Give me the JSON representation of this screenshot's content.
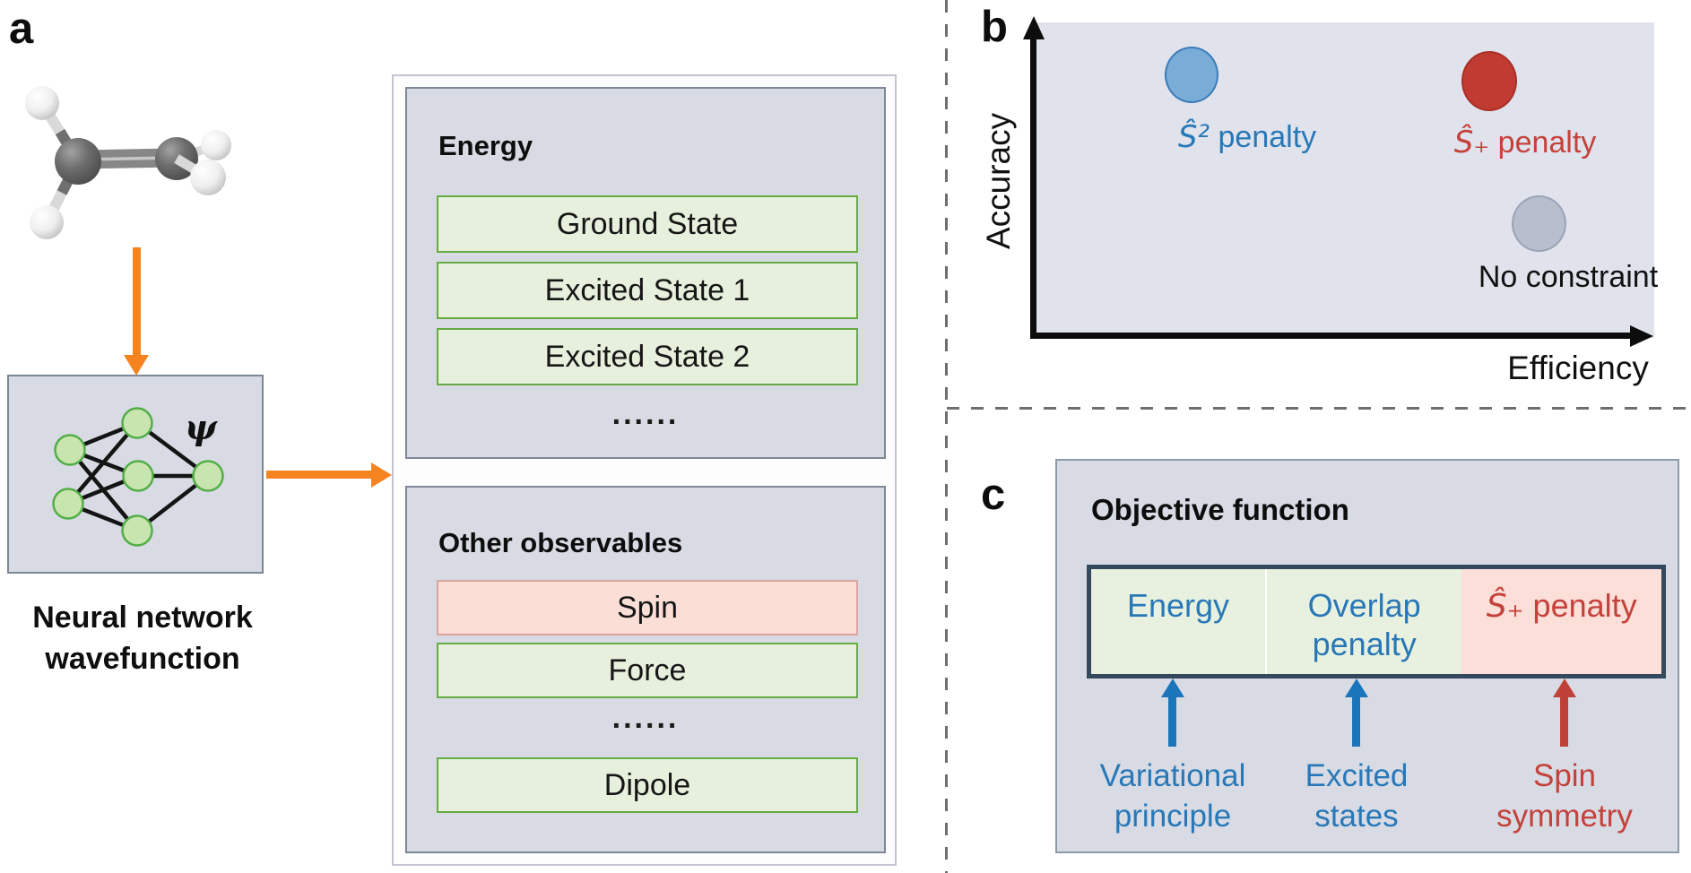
{
  "panel_a": {
    "label": "a",
    "molecule_icon": "ethylene-ball-and-stick",
    "nn_icon": "neural-network",
    "psi_symbol": "ψ",
    "nn_caption_line1": "Neural network",
    "nn_caption_line2": "wavefunction",
    "energy_box": {
      "title": "Energy",
      "rows": [
        "Ground State",
        "Excited State 1",
        "Excited State 2"
      ],
      "ellipsis": "......"
    },
    "observables_box": {
      "title": "Other observables",
      "spin_row": "Spin",
      "force_row": "Force",
      "ellipsis": "......",
      "dipole_row": "Dipole"
    }
  },
  "panel_b": {
    "label": "b",
    "y_axis_label": "Accuracy",
    "x_axis_label": "Efficiency",
    "points": {
      "s2": {
        "symbol": "Ŝ²",
        "text": " penalty"
      },
      "splus": {
        "symbol": "Ŝ₊",
        "text": " penalty"
      },
      "none": {
        "label": "No constraint"
      }
    }
  },
  "panel_c": {
    "label": "c",
    "title": "Objective function",
    "bar": {
      "segment_energy": "Energy",
      "segment_overlap_line1": "Overlap",
      "segment_overlap_line2": "penalty",
      "segment_spin_symbol": "Ŝ₊",
      "segment_spin_text": " penalty"
    },
    "annotations": {
      "variational_line1": "Variational",
      "variational_line2": "principle",
      "excited_line1": "Excited",
      "excited_line2": "states",
      "spin_line1": "Spin",
      "spin_line2": "symmetry"
    }
  },
  "chart_data": {
    "type": "scatter",
    "xlabel": "Efficiency",
    "ylabel": "Accuracy",
    "axes_quantitative": false,
    "grid": false,
    "points": [
      {
        "label": "Ŝ² penalty",
        "x_rel": 0.26,
        "y_rel": 0.83,
        "color": "#79add8"
      },
      {
        "label": "Ŝ₊ penalty",
        "x_rel": 0.73,
        "y_rel": 0.81,
        "color": "#c13b32"
      },
      {
        "label": "No constraint",
        "x_rel": 0.81,
        "y_rel": 0.36,
        "color": "#b7becd"
      }
    ]
  },
  "colors": {
    "accent_orange": "#f5831f",
    "panel_fill": "#d8dbe4",
    "plot_fill": "#e0e3ec",
    "green_fill": "#e6f0dd",
    "green_border": "#67ab44",
    "pink_fill": "#fbdfd7",
    "pink_border": "#dba49e",
    "blue_text": "#2878b8",
    "red_text": "#c5413b",
    "navy_border": "#34495e",
    "blue_dot": "#79add8",
    "red_dot": "#c13b32",
    "gray_dot": "#b7becd"
  }
}
